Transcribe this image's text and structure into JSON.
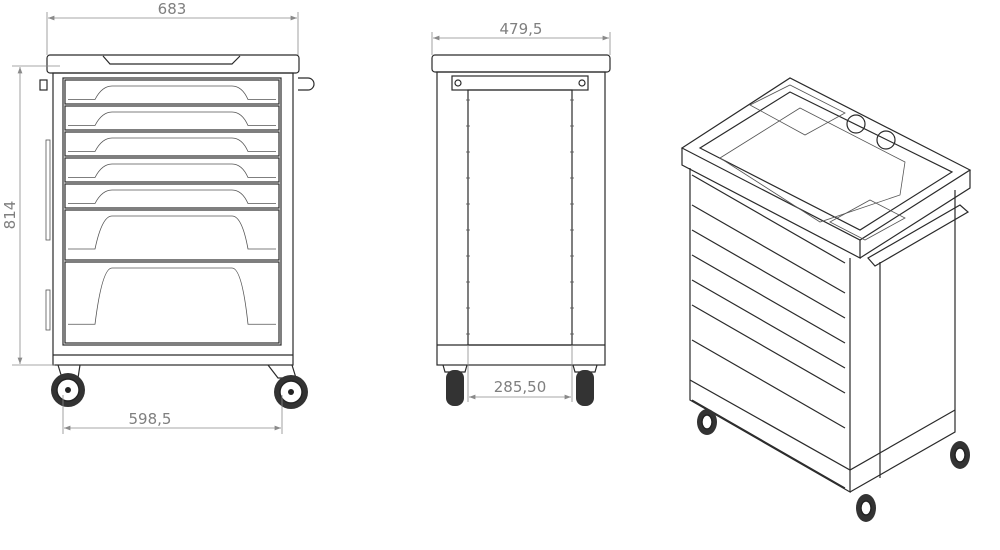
{
  "dimensions": {
    "front_width": "683",
    "front_height": "814",
    "front_wheelbase": "598,5",
    "side_depth": "479,5",
    "side_wheelbase": "285,50"
  },
  "views": [
    "front-view",
    "side-view",
    "isometric-view"
  ],
  "colors": {
    "line": "#2a2a2a",
    "dimension": "#8a8a8a"
  }
}
